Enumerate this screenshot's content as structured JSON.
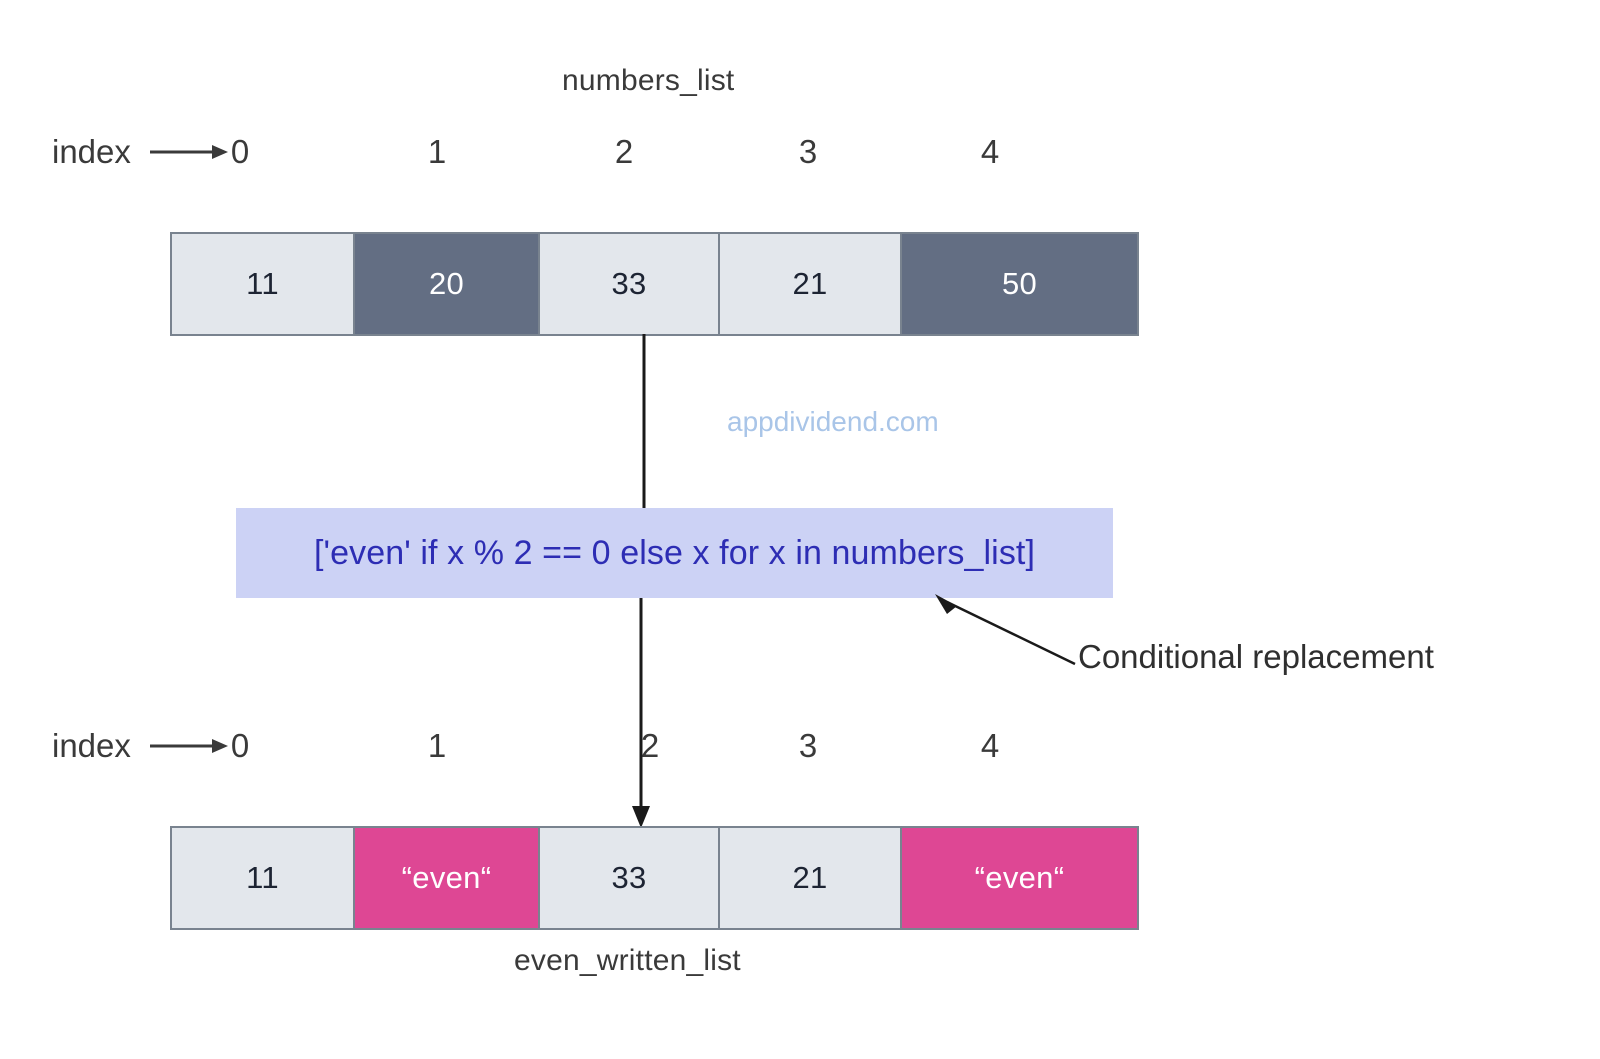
{
  "diagram": {
    "watermark": "appdividend.com",
    "top": {
      "title": "numbers_list",
      "index_label": "index",
      "indices": [
        "0",
        "1",
        "2",
        "3",
        "4"
      ],
      "cells": [
        {
          "value": "11",
          "style": "light"
        },
        {
          "value": "20",
          "style": "dark"
        },
        {
          "value": "33",
          "style": "light"
        },
        {
          "value": "21",
          "style": "light"
        },
        {
          "value": "50",
          "style": "dark"
        }
      ]
    },
    "expression": {
      "code": "['even' if x % 2 == 0 else x for x in numbers_list]",
      "annotation": "Conditional replacement"
    },
    "bottom": {
      "title": "even_written_list",
      "index_label": "index",
      "indices": [
        "0",
        "1",
        "2",
        "3",
        "4"
      ],
      "cells": [
        {
          "value": "11",
          "style": "light"
        },
        {
          "value": "“even“",
          "style": "pink"
        },
        {
          "value": "33",
          "style": "light"
        },
        {
          "value": "21",
          "style": "light"
        },
        {
          "value": "“even“",
          "style": "pink"
        }
      ]
    },
    "colors": {
      "light_cell": "#e3e7ec",
      "dark_cell": "#636e83",
      "pink_cell": "#de4794",
      "code_box_bg": "#ccd2f5",
      "code_text": "#2d2db4",
      "border": "#79838f",
      "watermark": "#a9c5e8"
    }
  }
}
